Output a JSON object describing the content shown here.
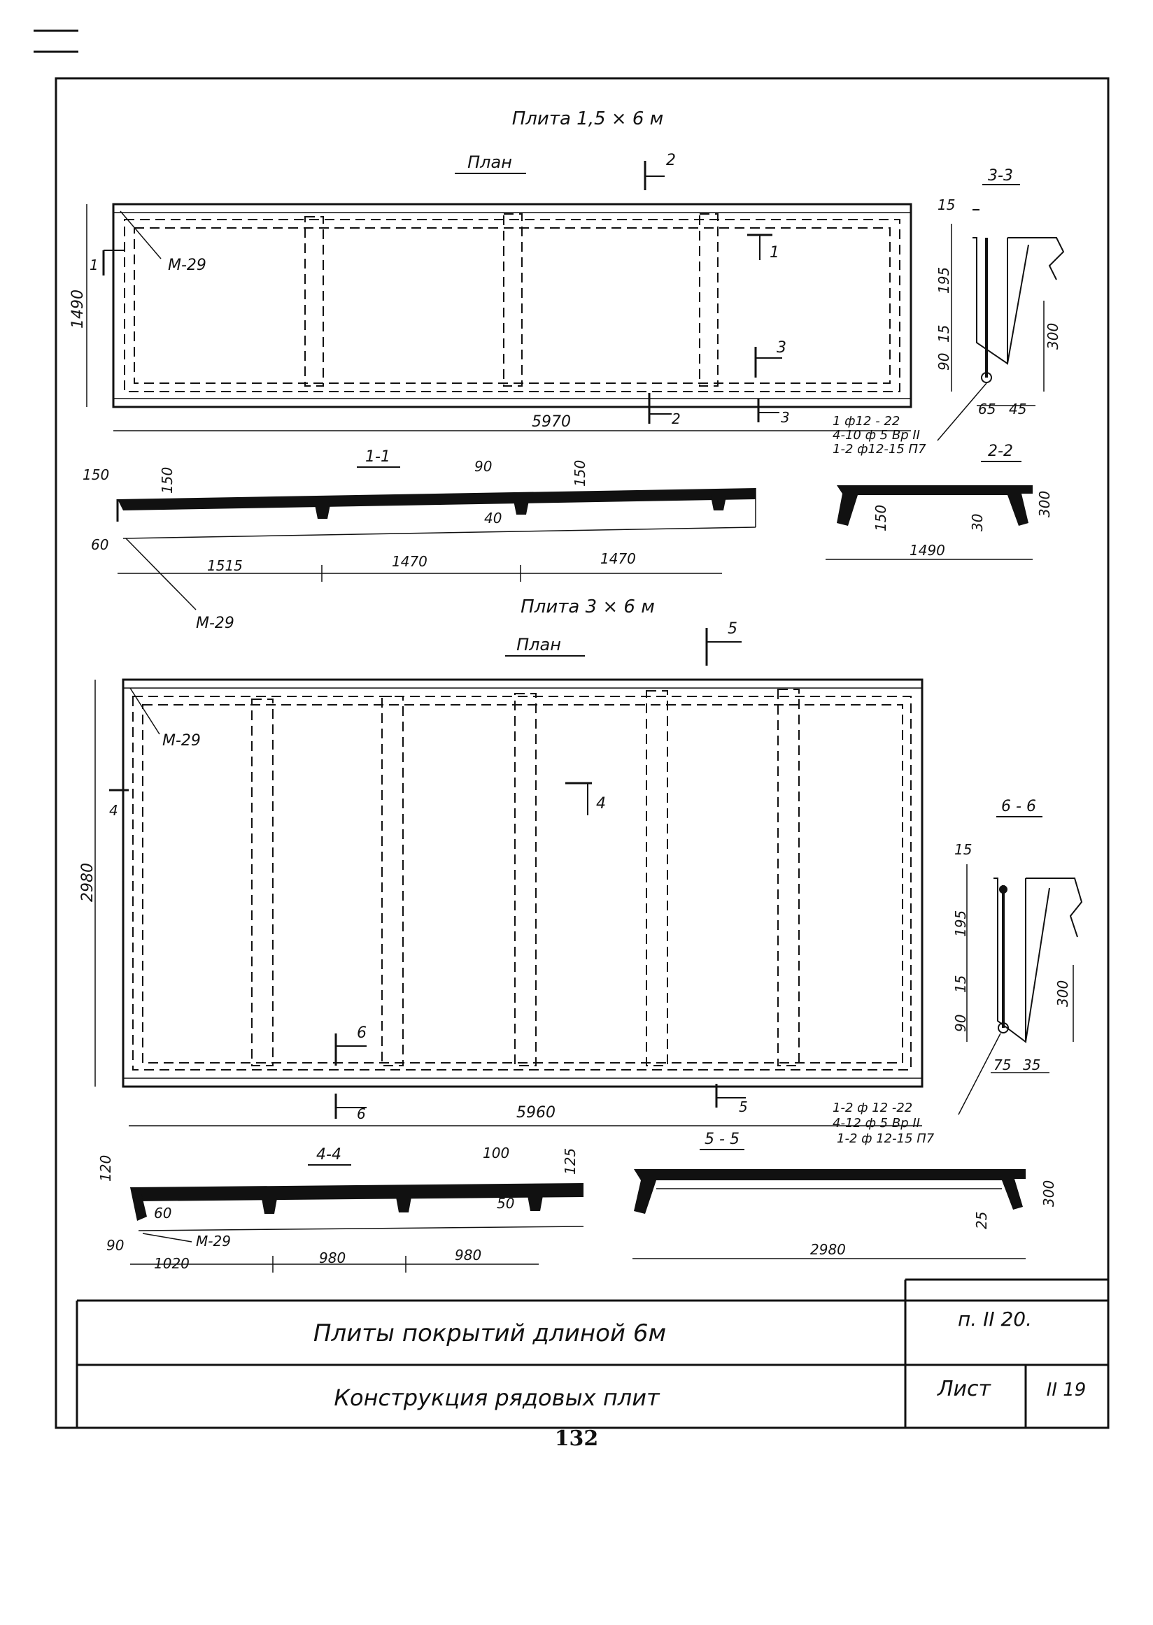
{
  "plate1": {
    "title": "Плита      1,5 × 6 м",
    "plan_label": "План",
    "length_dim": "5970",
    "width_dim": "1490",
    "embed_label": "М-29",
    "cut_marks": {
      "c1": "1",
      "c2": "2",
      "c3": "3"
    },
    "section_1_1": {
      "title": "1-1",
      "dims": [
        "150",
        "150",
        "90",
        "150",
        "40",
        "60",
        "1515",
        "1470",
        "1470"
      ],
      "embed_label": "М-29"
    },
    "section_2_2": {
      "title": "2-2",
      "dims": [
        "150",
        "30",
        "300",
        "1490"
      ]
    },
    "section_3_3": {
      "title": "3-3",
      "dims": [
        "15",
        "195",
        "15",
        "90",
        "300",
        "65",
        "45"
      ],
      "rebar": [
        "1 ф12 - 22",
        "4-10 ф 5 Вр II",
        "1-2 ф12-15 П7"
      ]
    }
  },
  "plate2": {
    "title": "Плита      3 × 6 м",
    "plan_label": "План",
    "length_dim": "5960",
    "width_dim": "2980",
    "embed_label": "М-29",
    "cut_marks": {
      "c4": "4",
      "c5": "5",
      "c6": "6"
    },
    "section_4_4": {
      "title": "4-4",
      "dims": [
        "120",
        "100",
        "125",
        "60",
        "50",
        "90",
        "1020",
        "980",
        "980"
      ],
      "embed_label": "М-29"
    },
    "section_5_5": {
      "title": "5 - 5",
      "dims": [
        "300",
        "25",
        "2980"
      ]
    },
    "section_6_6": {
      "title": "6 - 6",
      "dims": [
        "15",
        "195",
        "15",
        "90",
        "300",
        "75",
        "35"
      ],
      "rebar": [
        "1-2 ф 12 -22",
        "4-12 ф 5 Вр II",
        "1-2 ф 12-15 П7"
      ]
    }
  },
  "title_block": {
    "main_title": "Плиты   покрытий   длиной  6м",
    "sub_title": "Конструкция   рядовых   плит",
    "section_ref": "п. II 20.",
    "sheet_label": "Лист",
    "sheet_no": "II 19"
  },
  "page_number": "132"
}
